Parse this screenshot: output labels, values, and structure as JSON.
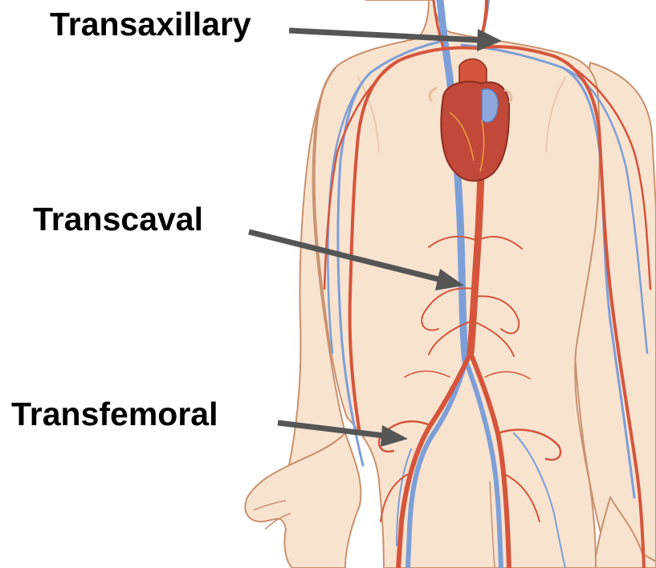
{
  "labels": {
    "transaxillary": "Transaxillary",
    "transcaval": "Transcaval",
    "transfemoral": "Transfemoral"
  },
  "colors": {
    "skin": "#f8e3cf",
    "skin_outline": "#c8916f",
    "artery": "#d4553b",
    "vein": "#7d9fd8",
    "heart": "#c2483a",
    "arrow": "#555555",
    "text": "#000000"
  }
}
